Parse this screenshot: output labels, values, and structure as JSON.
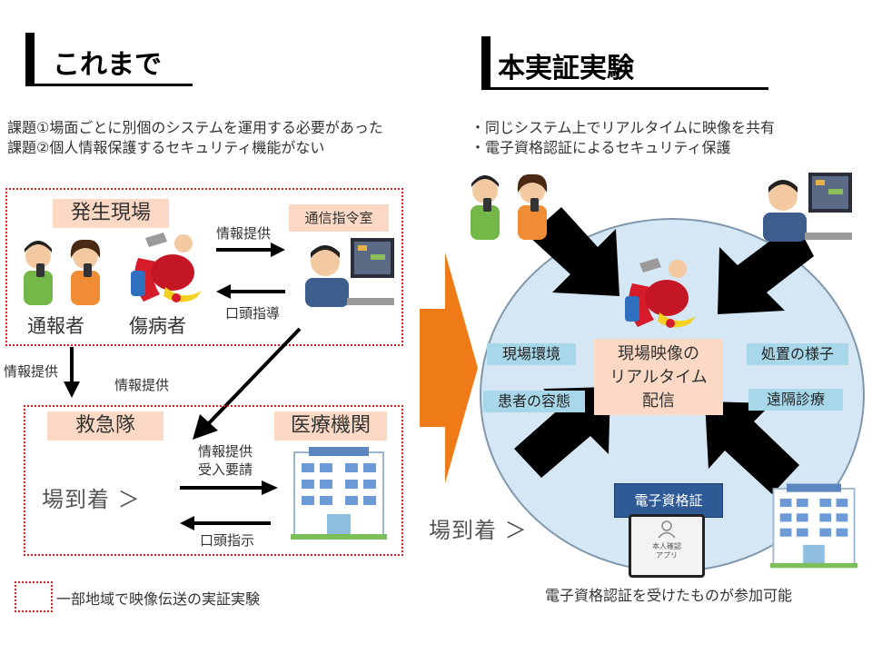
{
  "left": {
    "heading": "これまで",
    "issues": [
      "課題①場面ごとに別個のシステムを運用する必要があった",
      "課題②個人情報保護するセキュリティ機能がない"
    ],
    "scene_label": "発生現場",
    "command_label": "通信指令室",
    "reporter_label": "通報者",
    "patient_label": "傷病者",
    "info_provide_top": "情報提供",
    "verbal_guidance": "口頭指導",
    "info_provide_left": "情報提供",
    "info_provide_mid": "情報提供",
    "ambulance_label": "救急隊",
    "hospital_label": "医療機関",
    "arrival_text": "場到着 ＞",
    "info_accept_line1": "情報提供",
    "info_accept_line2": "受入要請",
    "verbal_instruction": "口頭指示",
    "legend_text": "一部地域で映像伝送の実証実験"
  },
  "right": {
    "heading": "本実証実験",
    "bullets": [
      "・同じシステム上でリアルタイムに映像を共有",
      "・電子資格認証によるセキュリティ保護"
    ],
    "tags": {
      "site_env": "現場環境",
      "patient_state": "患者の容態",
      "treatment": "処置の様子",
      "remote_diag": "遠隔診療"
    },
    "center_text": [
      "現場映像の",
      "リアルタイム",
      "配信"
    ],
    "cert_label": "電子資格証",
    "card_text": [
      "本人確認",
      "アプリ"
    ],
    "arrival_text": "場到着 ＞",
    "bottom_note": "電子資格認証を受けたものが参加可能"
  },
  "colors": {
    "dashed_border": "#d42020",
    "peach_box": "#fbd9c4",
    "tag_blue": "#a7d7e8",
    "circle_fill": "#d5e6f5",
    "center_arrow": "#ee7a18",
    "cert_box": "#2e5a96"
  }
}
